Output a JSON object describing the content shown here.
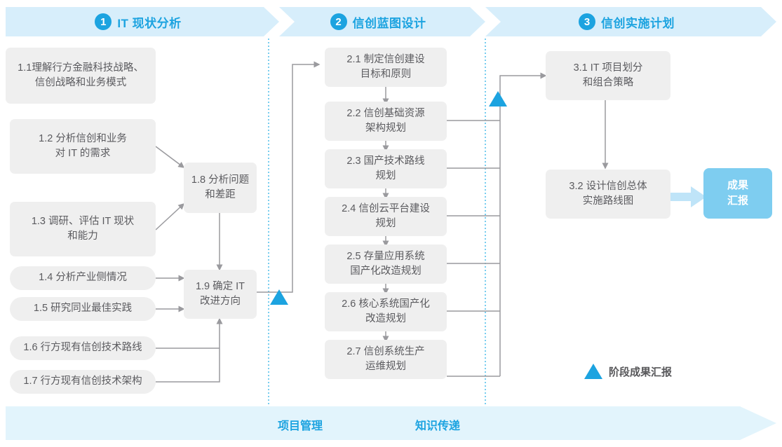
{
  "phases": [
    {
      "number": "1",
      "title": "IT 现状分析"
    },
    {
      "number": "2",
      "title": "信创蓝图设计"
    },
    {
      "number": "3",
      "title": "信创实施计划"
    }
  ],
  "boxes": {
    "b11": "1.1理解行方金融科技战略、\n信创战略和业务模式",
    "b12": "1.2 分析信创和业务\n对 IT 的需求",
    "b13": "1.3 调研、评估 IT 现状\n和能力",
    "b14": "1.4 分析产业侧情况",
    "b15": "1.5 研究同业最佳实践",
    "b16": "1.6 行方现有信创技术路线",
    "b17": "1.7 行方现有信创技术架构",
    "b18": "1.8 分析问题\n和差距",
    "b19": "1.9 确定 IT\n改进方向",
    "b21": "2.1 制定信创建设\n目标和原则",
    "b22": "2.2 信创基础资源\n架构规划",
    "b23": "2.3 国产技术路线\n规划",
    "b24": "2.4 信创云平台建设\n规划",
    "b25": "2.5 存量应用系统\n国产化改造规划",
    "b26": "2.6 核心系统国产化\n改造规划",
    "b27": "2.7 信创系统生产\n运维规划",
    "b31": "3.1 IT 项目划分\n和组合策略",
    "b32": "3.2 设计信创总体\n实施路线图",
    "result": "成果\n汇报"
  },
  "legend": {
    "label": "阶段成果汇报"
  },
  "footer": {
    "label_left": "项目管理",
    "label_right": "知识传递"
  },
  "colors": {
    "accent": "#1ca3e0",
    "band": "#d7eefb",
    "footer_band": "#e2f4fc",
    "box": "#efefef",
    "box_text": "#5b5b5f",
    "result_box": "#7ecdf0",
    "wire": "#9a9a9e",
    "divider": "#3fb8e8"
  }
}
